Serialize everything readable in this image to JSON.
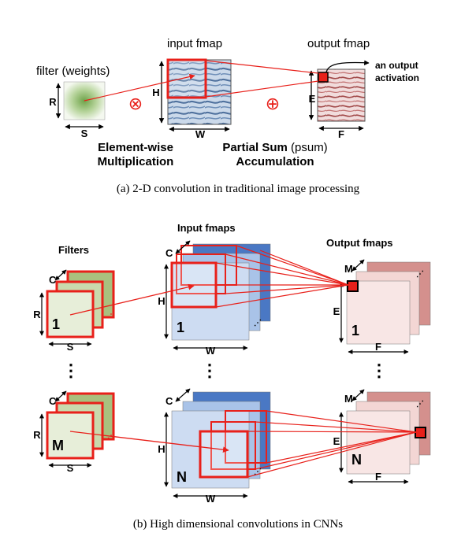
{
  "part_a": {
    "filter_label": "filter (weights)",
    "input_label": "input fmap",
    "output_label": "output fmap",
    "output_note_line1": "an output",
    "output_note_line2": "activation",
    "dim_R": "R",
    "dim_S": "S",
    "dim_H": "H",
    "dim_W": "W",
    "dim_E": "E",
    "dim_F": "F",
    "op_multiply": "⊗",
    "op_add": "⊕",
    "caption_left_line1": "Element-wise",
    "caption_left_line2": "Multiplication",
    "caption_right_line1_bold": "Partial Sum",
    "caption_right_line1_normal": " (psum)",
    "caption_right_line2": "Accumulation",
    "caption": "(a) 2-D convolution in traditional image processing"
  },
  "part_b": {
    "filters_label": "Filters",
    "input_label": "Input fmaps",
    "output_label": "Output fmaps",
    "dim_C": "C",
    "dim_M": "M",
    "dim_R": "R",
    "dim_S": "S",
    "dim_H": "H",
    "dim_W": "W",
    "dim_E": "E",
    "dim_F": "F",
    "index_1": "1",
    "index_M": "M",
    "index_N": "N",
    "vdots": "⋮",
    "caption": "(b) High dimensional convolutions in CNNs"
  },
  "colors": {
    "red": "#e8201a",
    "filter_green": "#a9c07e",
    "filter_green_light": "#e7eed9",
    "input_blue_dark": "#4a78c4",
    "input_blue": "#a9c3e8",
    "input_blue_light": "#cddcf2",
    "output_pink_dark": "#d4908d",
    "output_pink": "#f3d6d4",
    "output_pink_light": "#f8e6e5"
  },
  "icons": [
    "arrow-double-icon",
    "diagonal-arrow-icon",
    "ellipsis-icon"
  ]
}
